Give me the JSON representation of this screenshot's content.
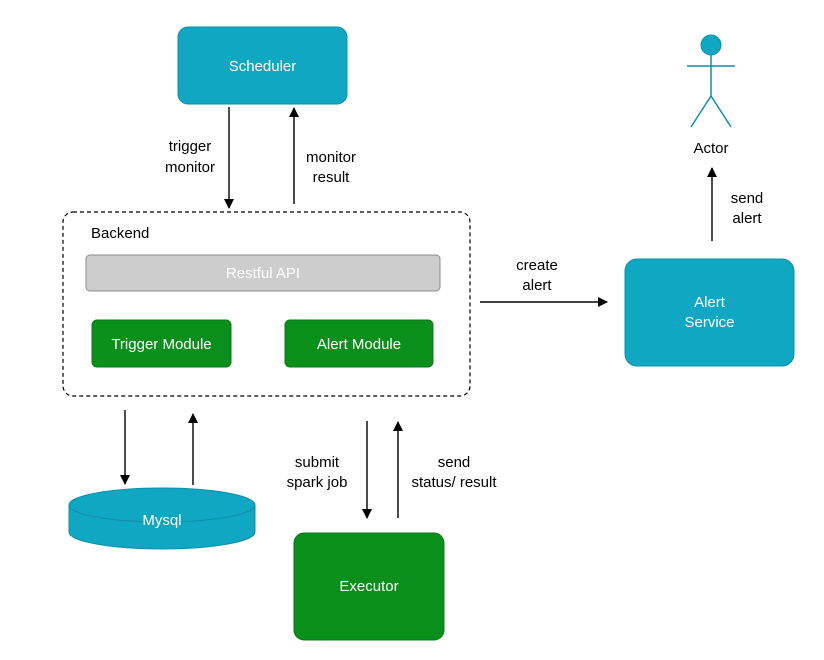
{
  "colors": {
    "teal": "#10A7C2",
    "teal_stroke": "#0E8FA8",
    "green": "#0A8F1C",
    "green_stroke": "#0B7A17",
    "gray": "#CDCDCD",
    "gray_stroke": "#8C8C8C",
    "arrow": "#000000"
  },
  "nodes": {
    "scheduler": "Scheduler",
    "backend": "Backend",
    "restful_api": "Restful API",
    "trigger_module": "Trigger Module",
    "alert_module": "Alert Module",
    "alert_service_line1": "Alert",
    "alert_service_line2": "Service",
    "actor": "Actor",
    "mysql": "Mysql",
    "executor": "Executor"
  },
  "edges": {
    "trigger_monitor": [
      "trigger",
      "monitor"
    ],
    "monitor_result": [
      "monitor",
      "result"
    ],
    "create_alert": [
      "create",
      "alert"
    ],
    "send_alert": [
      "send",
      "alert"
    ],
    "submit_spark_job": [
      "submit",
      "spark job"
    ],
    "send_status_result": [
      "send",
      "status/ result"
    ]
  }
}
